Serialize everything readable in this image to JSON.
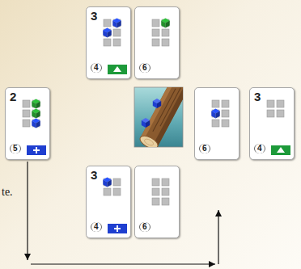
{
  "diagram": {
    "nodes": [
      {
        "text": [
          "3",
          "4"
        ]
      },
      {
        "text": [
          "6"
        ]
      },
      {
        "text": [
          "2",
          "5"
        ]
      },
      {
        "text": [
          "6"
        ]
      },
      {
        "text": [
          "3",
          "4"
        ]
      },
      {
        "text": [
          "3",
          "4"
        ]
      },
      {
        "text": [
          "6"
        ]
      }
    ],
    "labels": [
      "te."
    ]
  }
}
